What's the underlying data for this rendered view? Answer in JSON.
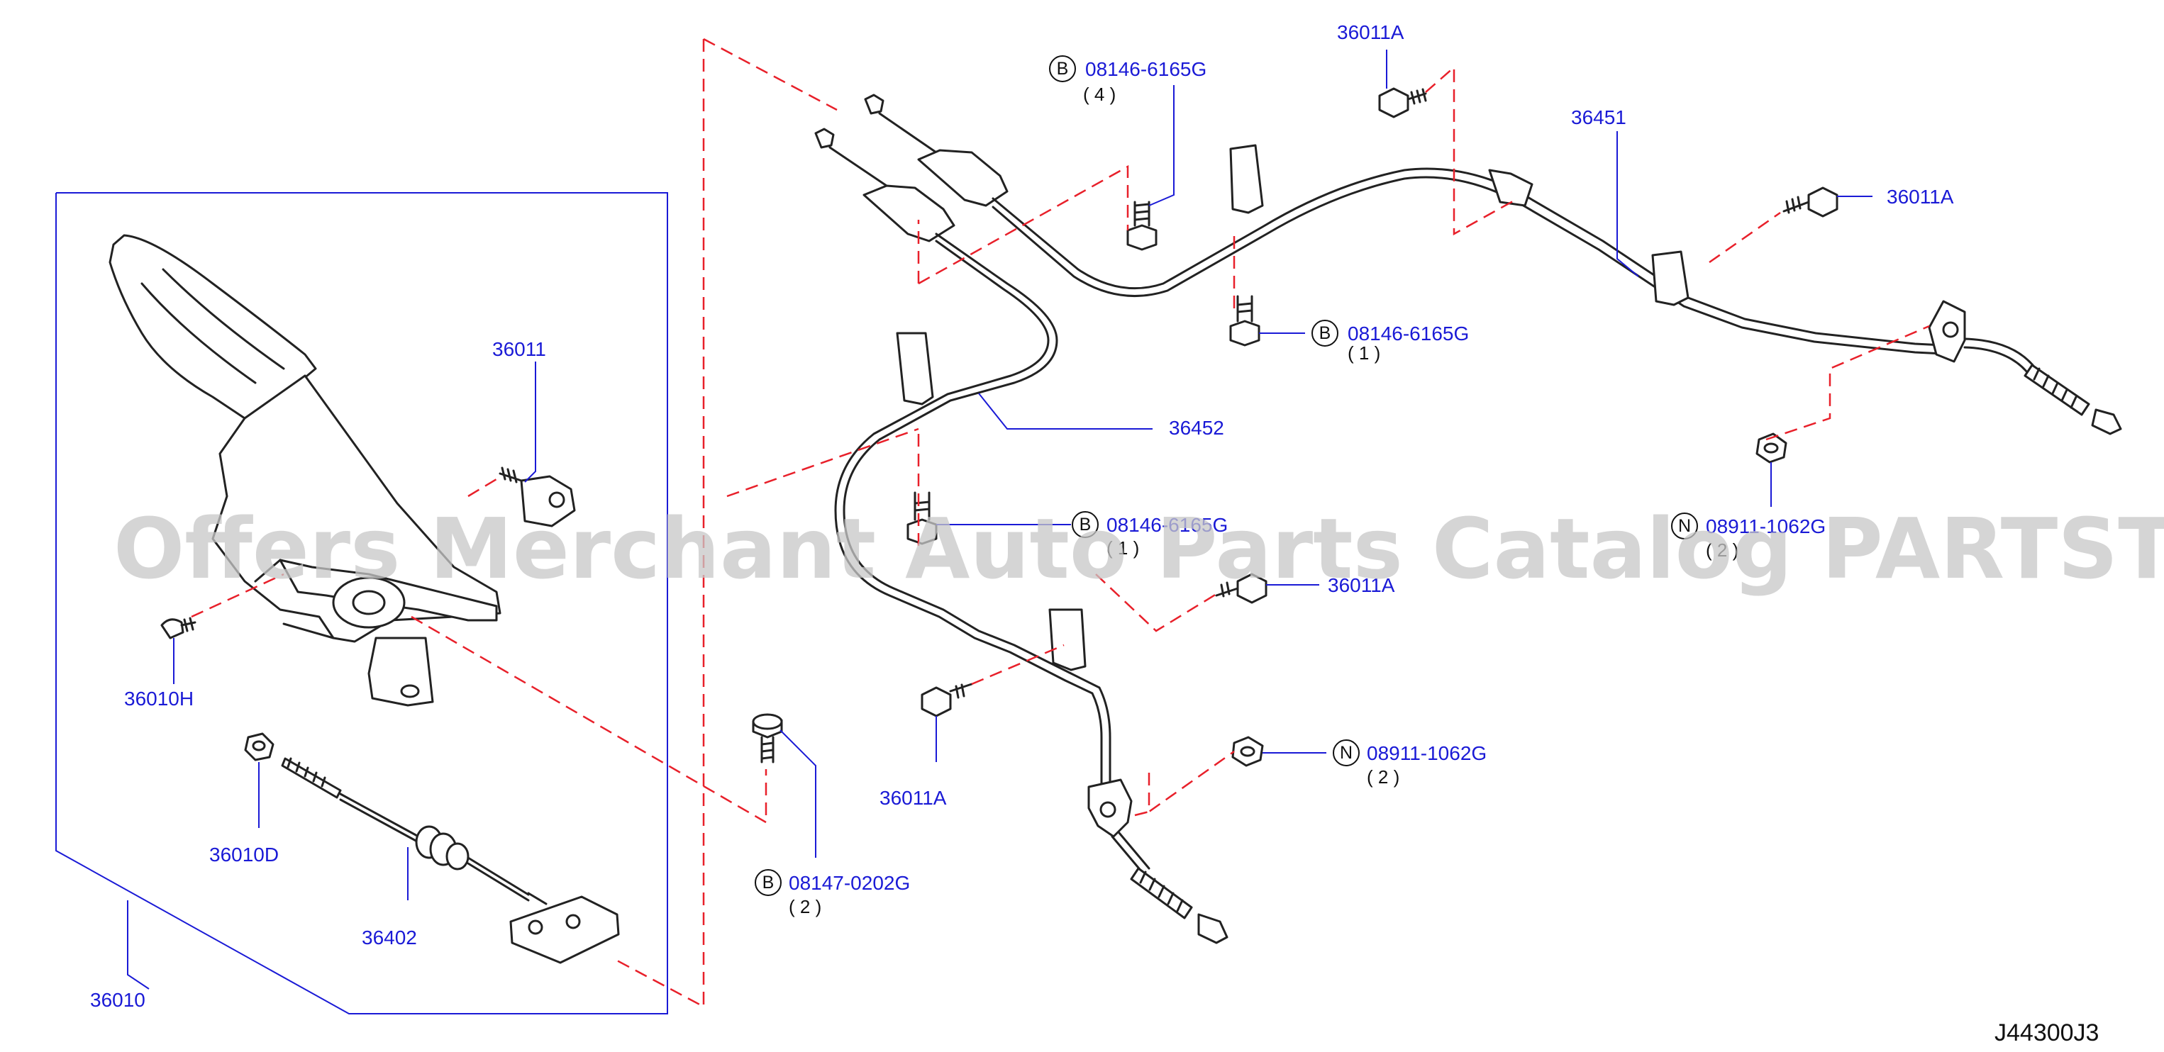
{
  "diagram_id": "J44300J3",
  "watermark": "Offers Merchant Auto Parts Catalog PARTSTORE.SA",
  "colors": {
    "label": "#1a1ad6",
    "dash": "#e8202a",
    "part": "#222222"
  },
  "labels": {
    "p36011A_top": "36011A",
    "p08146_top": "08146-6165G",
    "p08146_top_qty": "( 4 )",
    "p08146_top_letter": "B",
    "p36451": "36451",
    "p36011A_right": "36011A",
    "p08146_mid": "08146-6165G",
    "p08146_mid_qty": "( 1 )",
    "p08146_mid_letter": "B",
    "p36011": "36011",
    "p36452": "36452",
    "p08146_low": "08146-6165G",
    "p08146_low_qty": "( 1 )",
    "p08146_low_letter": "B",
    "p08911_right": "08911-1062G",
    "p08911_right_qty": "( 2 )",
    "p08911_right_letter": "N",
    "p36011A_mid": "36011A",
    "p36010H": "36010H",
    "p36010D": "36010D",
    "p36402": "36402",
    "p36010": "36010",
    "p36011A_low": "36011A",
    "p08911_low": "08911-1062G",
    "p08911_low_qty": "( 2 )",
    "p08911_low_letter": "N",
    "p08147": "08147-0202G",
    "p08147_qty": "( 2 )",
    "p08147_letter": "B"
  }
}
